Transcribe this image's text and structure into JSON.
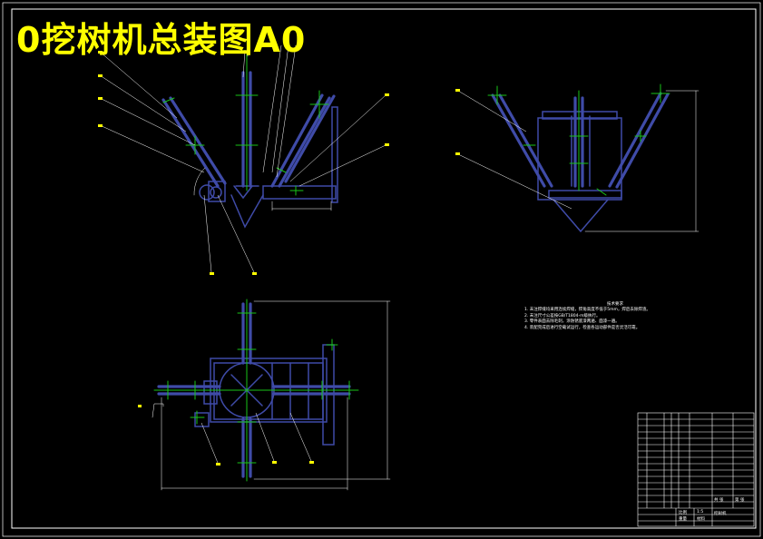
{
  "title": "0挖树机总装图A0",
  "technical_requirements": {
    "heading": "技术要求",
    "items": [
      "1. 未注焊缝均采用连续焊缝，焊角高度不低于5mm，焊后去除焊渣。",
      "2. 未注尺寸公差按GB/T1804-m级执行。",
      "3. 零件表面去除毛刺，涂防锈底漆两遍、面漆一遍。",
      "4. 装配完成后进行空载试运行，检查各运动部件是否灵活可靠。"
    ]
  },
  "title_block": {
    "labels": [
      "挖树机",
      "比例",
      "1:5",
      "重量",
      "材料",
      "共 张",
      "第 张"
    ]
  },
  "colors": {
    "background": "#000000",
    "title": "#ffff00",
    "part_lines": "#3f4ba8",
    "centerline": "#19c419",
    "dimension": "#ffffff",
    "leader": "#ffffff",
    "balloon_text": "#ffff00"
  }
}
